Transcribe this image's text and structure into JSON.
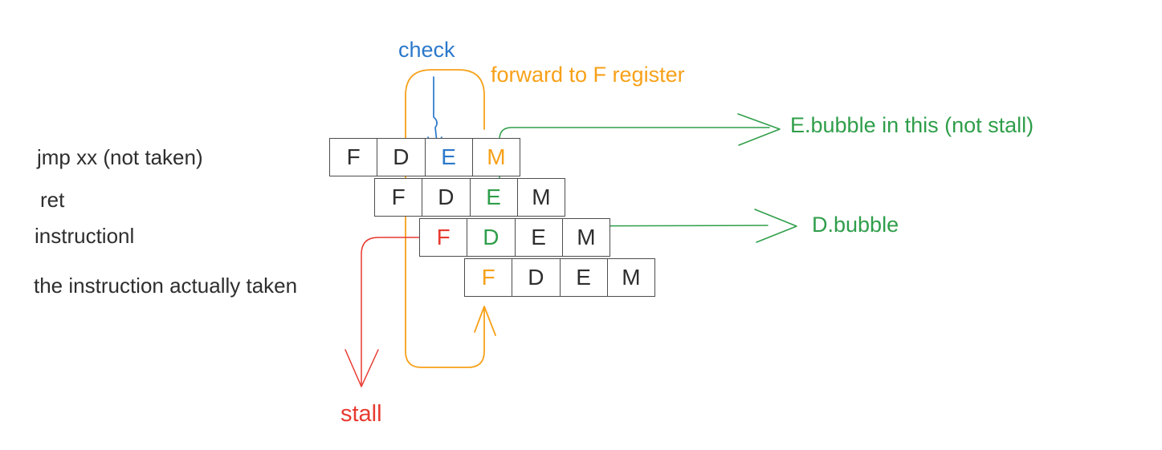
{
  "palette": {
    "blue": "#2b79cb",
    "orange": "#f7a119",
    "green": "#2f9e4a",
    "red": "#e83a30",
    "ink": "#2e2e2e",
    "border": "#4d4d4d"
  },
  "pipeline": {
    "stages": [
      "F",
      "D",
      "E",
      "M"
    ],
    "stage_rows": [
      {
        "label": "jmp xx (not taken)",
        "cells": [
          {
            "letter": "F",
            "color": "ink"
          },
          {
            "letter": "D",
            "color": "ink"
          },
          {
            "letter": "E",
            "color": "blue"
          },
          {
            "letter": "M",
            "color": "orange"
          }
        ]
      },
      {
        "label": "ret",
        "cells": [
          {
            "letter": "F",
            "color": "ink"
          },
          {
            "letter": "D",
            "color": "ink"
          },
          {
            "letter": "E",
            "color": "green"
          },
          {
            "letter": "M",
            "color": "ink"
          }
        ]
      },
      {
        "label": "instructionl",
        "cells": [
          {
            "letter": "F",
            "color": "red"
          },
          {
            "letter": "D",
            "color": "green"
          },
          {
            "letter": "E",
            "color": "ink"
          },
          {
            "letter": "M",
            "color": "ink"
          }
        ]
      },
      {
        "label": "the instruction actually taken",
        "cells": [
          {
            "letter": "F",
            "color": "orange"
          },
          {
            "letter": "D",
            "color": "ink"
          },
          {
            "letter": "E",
            "color": "ink"
          },
          {
            "letter": "M",
            "color": "ink"
          }
        ]
      }
    ]
  },
  "annotations": {
    "check": "check",
    "forward": "forward to F register",
    "e_bubble": "E.bubble in this (not stall)",
    "d_bubble": "D.bubble",
    "stall": "stall"
  }
}
